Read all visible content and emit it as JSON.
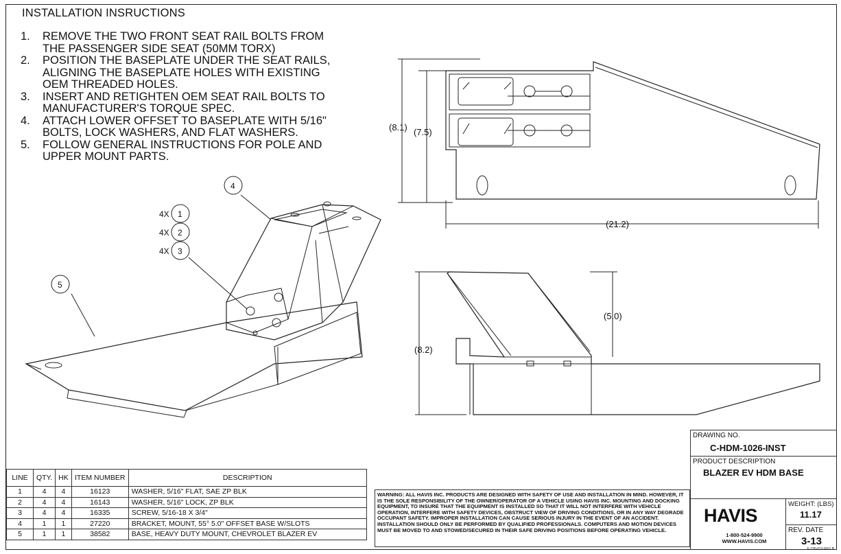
{
  "instructions": {
    "heading": "INSTALLATION INSRUCTIONS",
    "steps": [
      {
        "num": "1.",
        "text": "REMOVE THE TWO FRONT SEAT RAIL BOLTS FROM THE PASSENGER SIDE SEAT (50MM TORX)"
      },
      {
        "num": "2.",
        "text": "POSITION THE BASEPLATE UNDER THE SEAT RAILS, ALIGNING THE BASEPLATE HOLES WITH EXISTING OEM THREADED HOLES."
      },
      {
        "num": "3.",
        "text": "INSERT AND RETIGHTEN OEM SEAT RAIL BOLTS TO MANUFACTURER'S TORQUE SPEC."
      },
      {
        "num": "4.",
        "text": "ATTACH LOWER OFFSET TO BASEPLATE WITH 5/16\" BOLTS, LOCK WASHERS, AND FLAT WASHERS."
      },
      {
        "num": "5.",
        "text": "FOLLOW GENERAL INSTRUCTIONS FOR POLE AND UPPER MOUNT PARTS."
      }
    ]
  },
  "iso_view": {
    "callouts": [
      {
        "qty": "4X",
        "num": "1"
      },
      {
        "qty": "4X",
        "num": "2"
      },
      {
        "qty": "4X",
        "num": "3"
      },
      {
        "qty": "",
        "num": "4"
      },
      {
        "qty": "",
        "num": "5"
      }
    ]
  },
  "dimensions": {
    "top_height_outer": "(8.1)",
    "top_height_inner": "(7.5)",
    "top_length": "(21.2)",
    "side_height": "(8.2)",
    "side_bracket_height": "(5.0)"
  },
  "bom": {
    "headers": [
      "LINE",
      "QTY.",
      "HK",
      "ITEM NUMBER",
      "DESCRIPTION"
    ],
    "rows": [
      [
        "1",
        "4",
        "4",
        "16123",
        "WASHER, 5/16\" FLAT, SAE ZP BLK"
      ],
      [
        "2",
        "4",
        "4",
        "16143",
        "WASHER, 5/16\" LOCK, ZP BLK"
      ],
      [
        "3",
        "4",
        "4",
        "16335",
        "SCREW, 5/16-18 X 3/4\""
      ],
      [
        "4",
        "1",
        "1",
        "27220",
        "BRACKET, MOUNT, 55° 5.0\" OFFSET BASE W/SLOTS"
      ],
      [
        "5",
        "1",
        "1",
        "38582",
        "BASE, HEAVY DUTY MOUNT, CHEVROLET BLAZER EV"
      ]
    ]
  },
  "warning": "WARNING: ALL HAVIS INC. PRODUCTS ARE DESIGNED WITH SAFETY OF USE AND INSTALLATION IN MIND. HOWEVER, IT IS THE SOLE RESPONSIBILITY OF THE OWNER/OPERATOR OF A VEHICLE USING HAVIS INC. MOUNTING AND DOCKING EQUIPMENT, TO INSURE THAT THE EQUIPMENT IS INSTALLED SO THAT IT WILL NOT INTERFERE WITH VEHICLE OPERATION, INTERFERE WITH SAFETY DEVICES, OBSTRUCT VIEW OF DRIVING CONDITIONS, OR IN ANY WAY DEGRADE OCCUPANT SAFETY. IMPROPER INSTALLATION CAN CAUSE SERIOUS INJURY IN THE EVENT OF AN ACCIDENT. INSTALLATION SHOULD ONLY BE PERFORMED BY QUALIFIED PROFESSIONALS. COMPUTERS AND MOTION DEVICES MUST BE MOVED TO AND STOWED/SECURED IN THEIR SAFE DRIVING POSITIONS BEFORE OPERATING VEHICLE.",
  "title_block": {
    "drawing_no_label": "DRAWING NO.",
    "drawing_no": "C-HDM-1026-INST",
    "product_desc_label": "PRODUCT DESCRIPTION",
    "product_desc": "BLAZER EV HDM BASE",
    "logo": "HAVIS",
    "phone": "1-800-524-9900",
    "website": "WWW.HAVIS.COM",
    "weight_label": "WEIGHT: (LBS)",
    "weight": "11.17",
    "rev_date_label": "REV. DATE",
    "rev_date": "3-13",
    "form_rev": "F-730-019 REV B"
  }
}
